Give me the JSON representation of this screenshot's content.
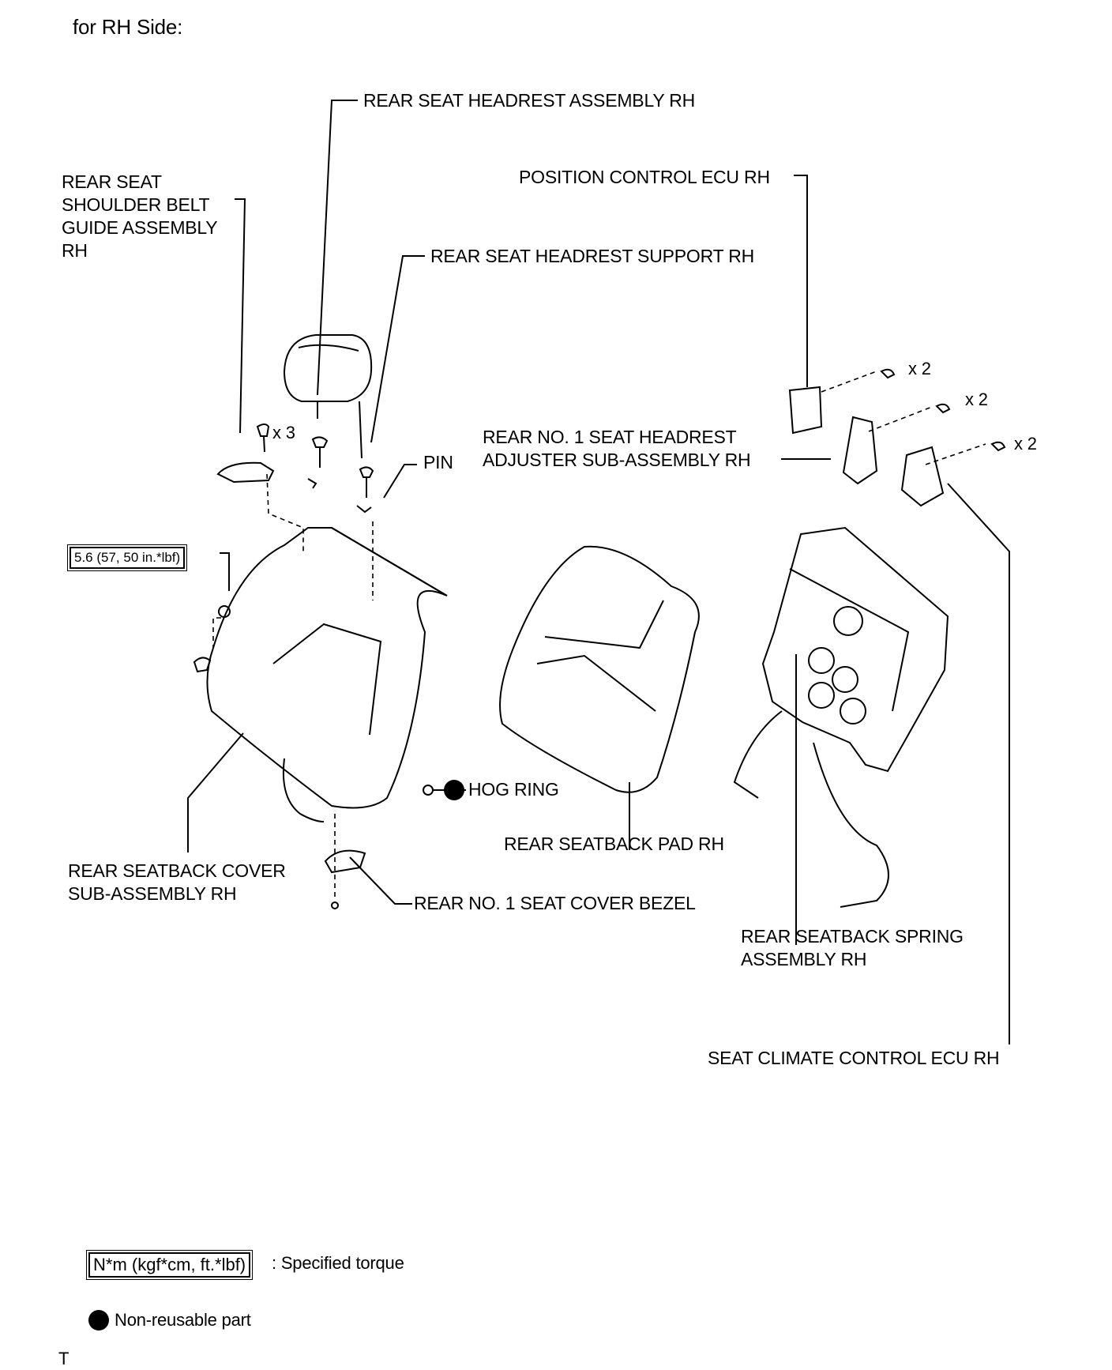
{
  "heading": "for RH Side:",
  "labels": {
    "headrest_assembly": "REAR SEAT HEADREST ASSEMBLY RH",
    "shoulder_belt_guide": [
      "REAR SEAT",
      "SHOULDER BELT",
      "GUIDE ASSEMBLY",
      "RH"
    ],
    "headrest_support": "REAR SEAT HEADREST SUPPORT RH",
    "position_control_ecu": "POSITION CONTROL ECU RH",
    "headrest_adjuster": [
      "REAR NO. 1 SEAT HEADREST",
      "ADJUSTER SUB-ASSEMBLY RH"
    ],
    "pin": "PIN",
    "qty_x3": "x 3",
    "qty_x2_a": "x 2",
    "qty_x2_b": "x 2",
    "qty_x2_c": "x 2",
    "hog_ring": "HOG RING",
    "seatback_pad": "REAR SEATBACK PAD RH",
    "seatback_cover": [
      "REAR SEATBACK COVER",
      "SUB-ASSEMBLY RH"
    ],
    "cover_bezel": "REAR NO. 1 SEAT COVER BEZEL",
    "spring_assembly": [
      "REAR SEATBACK SPRING",
      "ASSEMBLY RH"
    ],
    "climate_ecu": "SEAT CLIMATE CONTROL ECU RH"
  },
  "torque": "5.6 (57, 50 in.*lbf)",
  "legend": {
    "torque_box": "N*m (kgf*cm, ft.*lbf)",
    "torque_text": ": Specified torque",
    "nonreusable_text": "Non-reusable part"
  },
  "footer_mark": "T"
}
